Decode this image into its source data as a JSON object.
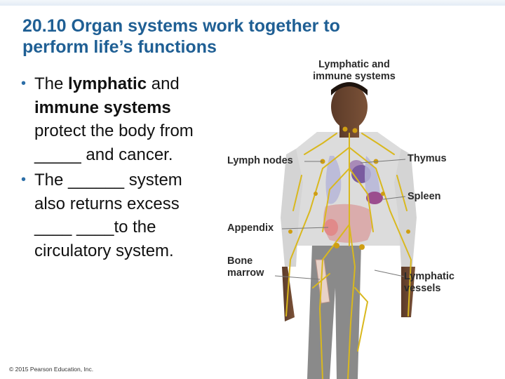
{
  "title": {
    "line1": "20.10 Organ systems work together to",
    "line2": "perform life’s functions"
  },
  "bullets": [
    {
      "prefix": "The ",
      "bold1": "lymphatic",
      "mid1": " and ",
      "bold2": "immune systems",
      "rest": " protect the body from _____ and cancer."
    },
    {
      "text": "The ______ system also returns excess ____ ____to the circulatory system."
    }
  ],
  "footer": "© 2015 Pearson Education, Inc.",
  "figure": {
    "title_line1": "Lymphatic and",
    "title_line2": "immune systems",
    "labels": {
      "lymph_nodes": "Lymph nodes",
      "thymus": "Thymus",
      "spleen": "Spleen",
      "appendix": "Appendix",
      "bone_marrow_line1": "Bone",
      "bone_marrow_line2": "marrow",
      "lymphatic_vessels_line1": "Lymphatic",
      "lymphatic_vessels_line2": "vessels"
    }
  },
  "colors": {
    "title": "#1f5f94",
    "bullet": "#2c6ea7",
    "lymphatic": "#d9b81e"
  }
}
